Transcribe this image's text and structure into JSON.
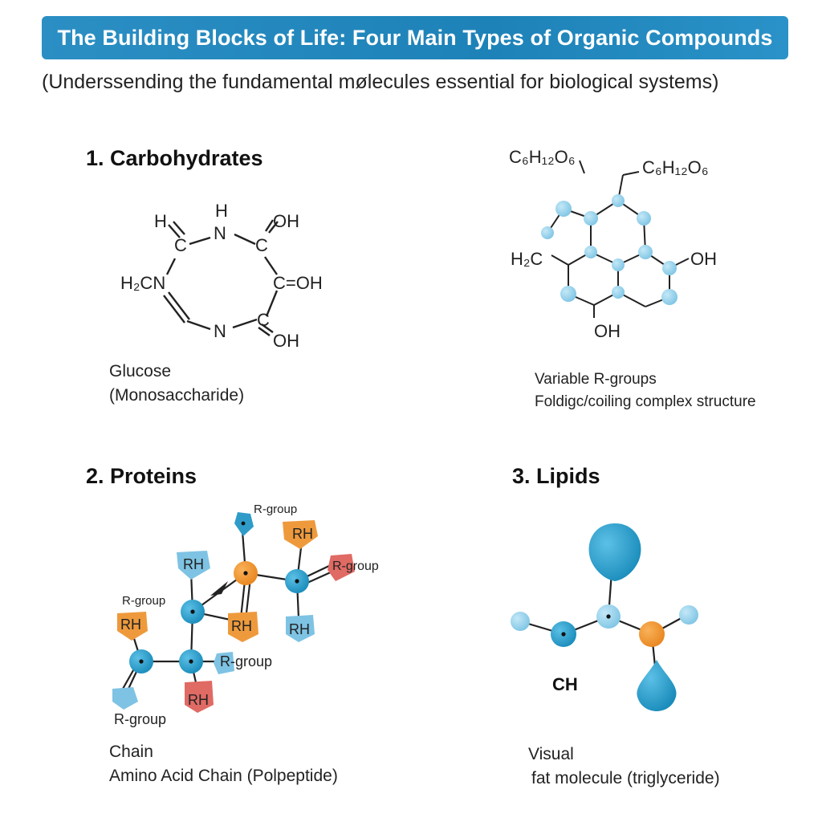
{
  "header": {
    "title": "The Building Blocks of Life: Four Main Types of Organic Compounds",
    "subtitle": "(Underssending the fundamental mølecules essential for biological systems)"
  },
  "sections": {
    "carbohydrates": {
      "heading": "1. Carbohydrates",
      "caption_line1": "Glucose",
      "caption_line2": "(Monosaccharide)",
      "atoms": {
        "h_top": "H",
        "h_left": "H",
        "n_top": "N",
        "c_topleft": "C",
        "c_topright": "C",
        "oh_top": "OH",
        "h2cn": "H₂CN",
        "c_eq_oh": "C=OH",
        "n_bottom": "N",
        "c_bottomright": "C",
        "oh_bottom": "OH"
      }
    },
    "nucleic": {
      "formula_left": "C₆H₁₂O₆",
      "formula_right": "C₆H₁₂O₆",
      "h2c": "H₂C",
      "oh_right": "OH",
      "oh_bottom": "OH",
      "caption_line1": "Variable R-groups",
      "caption_line2": "Foldigc/coiling complex structure"
    },
    "proteins": {
      "heading": "2. Proteins",
      "caption_line1": "Chain",
      "caption_line2": "Amino Acid Chain (Polpeptide)",
      "labels": {
        "rgroup_top": "R-group",
        "rh_orange_top": "RH",
        "rh_blue_left": "RH",
        "rgroup_red": "R-group",
        "rgroup_left": "R-group",
        "rh_orange_left": "RH",
        "rh_orange_mid": "RH",
        "rh_blue_mid": "RH",
        "rgroup_mid": "R-group",
        "rh_red_bottom": "RH",
        "rgroup_bottom": "R-group"
      }
    },
    "lipids": {
      "heading": "3. Lipids",
      "ch_label": "CH",
      "caption_line1": "Visual",
      "caption_line2": "fat molecule (triglyceride)"
    }
  },
  "colors": {
    "banner": "#1d82b8",
    "node_blue": "#1f97c4",
    "node_light": "#8fcde8",
    "node_orange": "#f0962e",
    "node_red": "#e06a64",
    "rh_blue": "#7ec3e3",
    "rh_orange": "#ee9a3c"
  }
}
